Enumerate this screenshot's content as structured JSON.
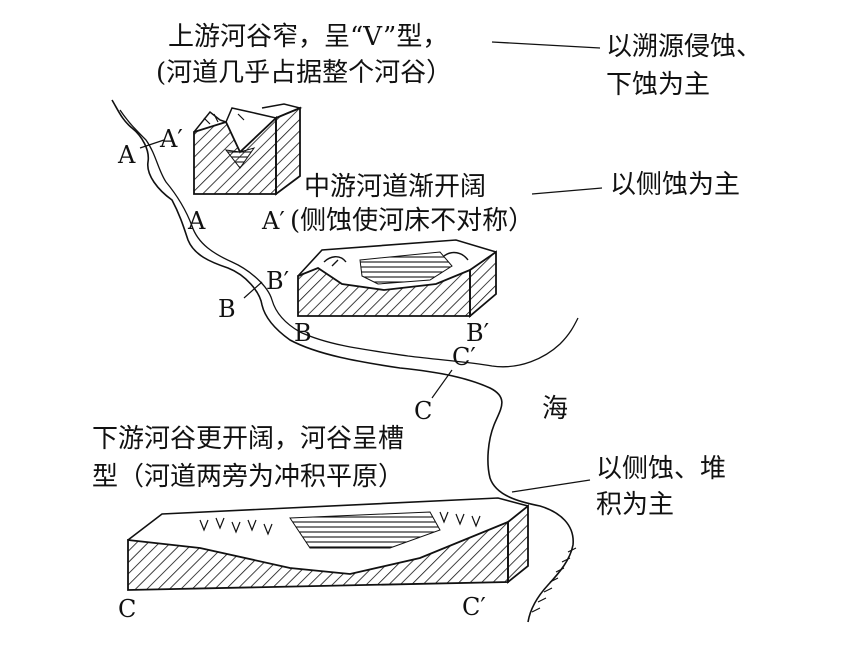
{
  "upper": {
    "line1": "上游河谷窄，呈“V”型，",
    "line2": "(河道几乎占据整个河谷）",
    "process1": "以溯源侵蚀、",
    "process2": "下蚀为主"
  },
  "middle": {
    "line1": "中游河道渐开阔",
    "line2": "(侧蚀使河床不对称）",
    "process": "以侧蚀为主"
  },
  "lower": {
    "line1": "下游河谷更开阔，河谷呈槽",
    "line2": "型（河道两旁为冲积平原）",
    "process1": "以侧蚀、堆",
    "process2": "积为主"
  },
  "sea": "海",
  "points": {
    "a": "A",
    "a_prime": "A′",
    "b": "B",
    "b_prime": "B′",
    "c": "C",
    "c_prime": "C′"
  }
}
